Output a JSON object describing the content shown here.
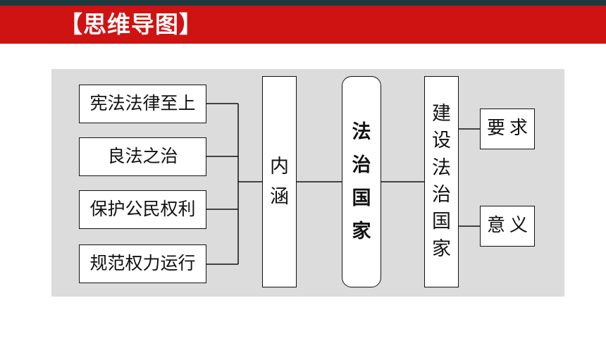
{
  "header": {
    "title": "【思维导图】"
  },
  "diagram": {
    "left_items": [
      "宪法法律至上",
      "良法之治",
      "保护公民权利",
      "规范权力运行"
    ],
    "connotation": [
      "内",
      "涵"
    ],
    "center": [
      "法",
      "治",
      "国",
      "家"
    ],
    "build": [
      "建",
      "设",
      "法",
      "治",
      "国",
      "家"
    ],
    "right_items": [
      "要求",
      "意义"
    ]
  },
  "colors": {
    "title_bar": "#cf1212",
    "top_strip": "#1c3a3f",
    "panel": "#dcdcdc"
  }
}
